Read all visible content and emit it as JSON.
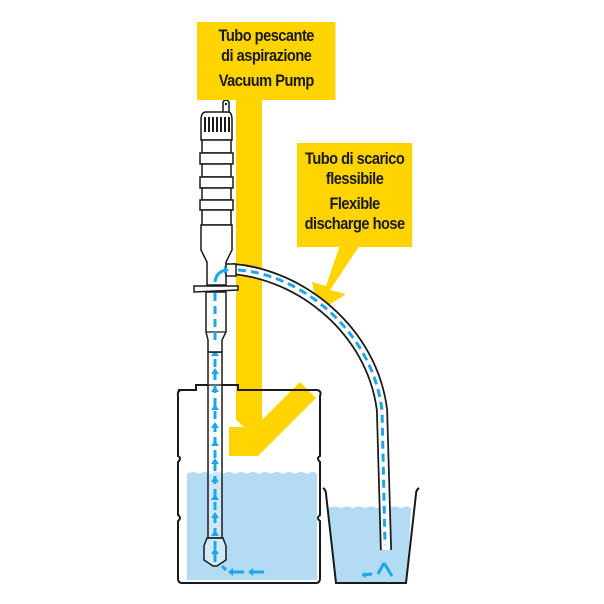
{
  "labels": {
    "pump": {
      "italian_line1": "Tubo pescante",
      "italian_line2": "di aspirazione",
      "english": "Vacuum Pump"
    },
    "hose": {
      "italian_line1": "Tubo di scarico",
      "italian_line2": "flessibile",
      "english_line1": "Flexible",
      "english_line2": "discharge hose"
    }
  },
  "colors": {
    "label_yellow": "#ffd400",
    "flow_arrow_blue": "#1ea7e8",
    "liquid_blue": "#b3dcf4",
    "outline": "#1a1a1a",
    "background": "#ffffff"
  },
  "components": [
    "vacuum-pump",
    "suction-tube",
    "flexible-discharge-hose",
    "source-drum",
    "receiving-container"
  ],
  "flow_direction": "drum -> suction tube (up) -> pump outlet -> discharge hose (down) -> container"
}
